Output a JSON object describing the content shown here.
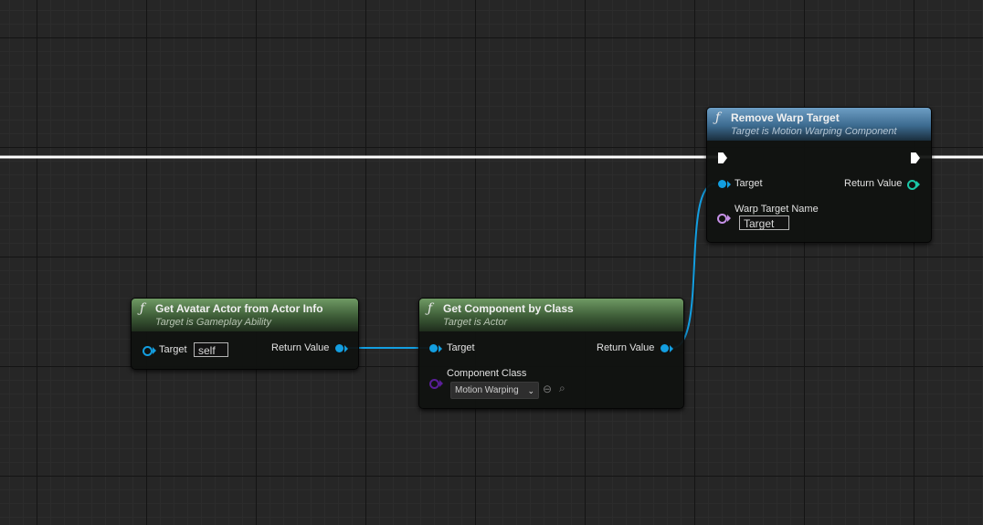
{
  "nodes": {
    "avatar": {
      "title": "Get Avatar Actor from Actor Info",
      "subtitle": "Target is Gameplay Ability",
      "target_label": "Target",
      "target_value": "self",
      "return_label": "Return Value"
    },
    "component": {
      "title": "Get Component by Class",
      "subtitle": "Target is Actor",
      "target_label": "Target",
      "return_label": "Return Value",
      "class_label": "Component Class",
      "class_value": "Motion Warping"
    },
    "warp": {
      "title": "Remove Warp Target",
      "subtitle": "Target is Motion Warping Component",
      "target_label": "Target",
      "return_label": "Return Value",
      "name_label": "Warp Target Name",
      "name_value": "Target"
    }
  },
  "icons": {
    "function": "ƒ",
    "chevron": "⌄",
    "use-selected": "⊖",
    "browse": "⌕"
  },
  "colors": {
    "object_pin": "#139ee0",
    "struct_pin": "#1ac8a8",
    "name_pin": "#c590e6",
    "class_pin": "#5a1f98",
    "exec_wire": "#ffffff"
  }
}
